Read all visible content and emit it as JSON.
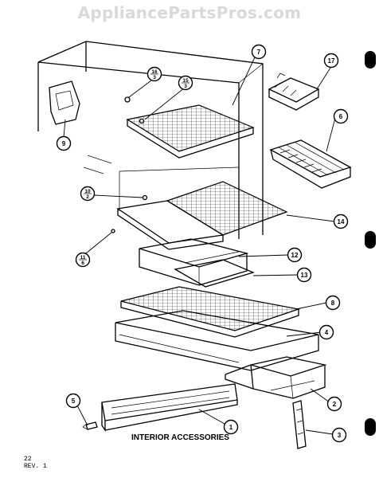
{
  "watermark": "AppliancePartsPros.com",
  "caption": "INTERIOR ACCESSORIES",
  "page_number": "22",
  "revision": "REV. 1",
  "callouts": [
    {
      "id": "c1",
      "num": "1",
      "den": ""
    },
    {
      "id": "c2",
      "num": "2",
      "den": ""
    },
    {
      "id": "c3",
      "num": "3",
      "den": ""
    },
    {
      "id": "c4",
      "num": "4",
      "den": ""
    },
    {
      "id": "c5",
      "num": "5",
      "den": ""
    },
    {
      "id": "c6",
      "num": "6",
      "den": ""
    },
    {
      "id": "c7",
      "num": "7",
      "den": ""
    },
    {
      "id": "c8",
      "num": "8",
      "den": ""
    },
    {
      "id": "c9",
      "num": "9",
      "den": ""
    },
    {
      "id": "c10",
      "num": "10",
      "den": "2"
    },
    {
      "id": "c11",
      "num": "11",
      "den": "6"
    },
    {
      "id": "c12",
      "num": "12",
      "den": ""
    },
    {
      "id": "c13",
      "num": "13",
      "den": ""
    },
    {
      "id": "c14",
      "num": "14",
      "den": ""
    },
    {
      "id": "c15",
      "num": "15",
      "den": "3"
    },
    {
      "id": "c16",
      "num": "16",
      "den": "3"
    },
    {
      "id": "c17",
      "num": "17",
      "den": ""
    }
  ]
}
